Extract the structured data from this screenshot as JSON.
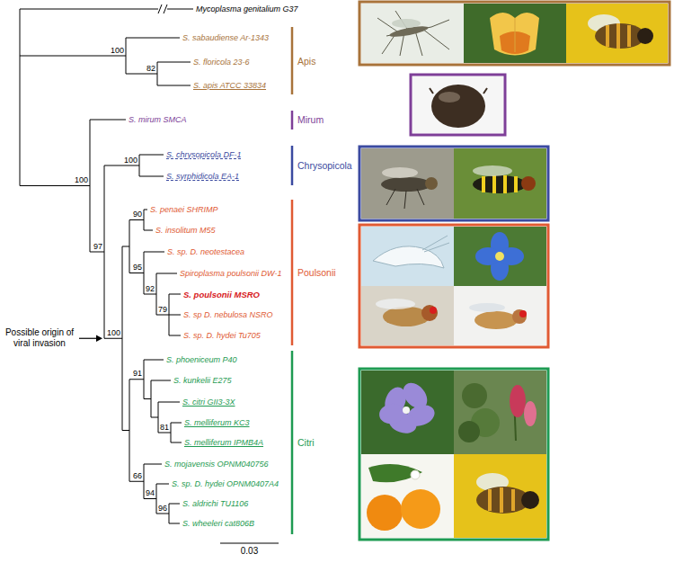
{
  "diagram": {
    "labels": [
      "Mycoplasma genitalium G37",
      "S. sabaudiense Ar-1343",
      "100",
      "S. floricola 23-6",
      "82",
      "S. apis ATCC 33834",
      "Apis",
      "S. mirum SMCA",
      "Mirum",
      "100",
      "S. chrysopicola DF-1",
      "100",
      "S. syrphidicola EA-1",
      "Chrysopicola",
      "97",
      "90",
      "S. penaei SHRIMP",
      "S. insolitum M55",
      "95",
      "S. sp. D. neotestacea",
      "92",
      "Spiroplasma poulsonii DW-1",
      "Possible origin of viral invasion",
      "100",
      "S. poulsonii MSRO",
      "79",
      "S. sp D. nebulosa NSRO",
      "S. sp. D. hydei Tu705",
      "Poulsonii",
      "S. phoeniceum P40",
      "91",
      "S. kunkelii E275",
      "S. citri GII3-3X",
      "81",
      "S. melliferum KC3",
      "S. melliferum IPMB4A",
      "Citri",
      "S. mojavensis OPNM040756",
      "66",
      "S. sp. D. hydei OPNM0407A4",
      "94",
      "S. aldrichi TU1106",
      "96",
      "S. wheeleri cat806B",
      "0.03"
    ]
  }
}
